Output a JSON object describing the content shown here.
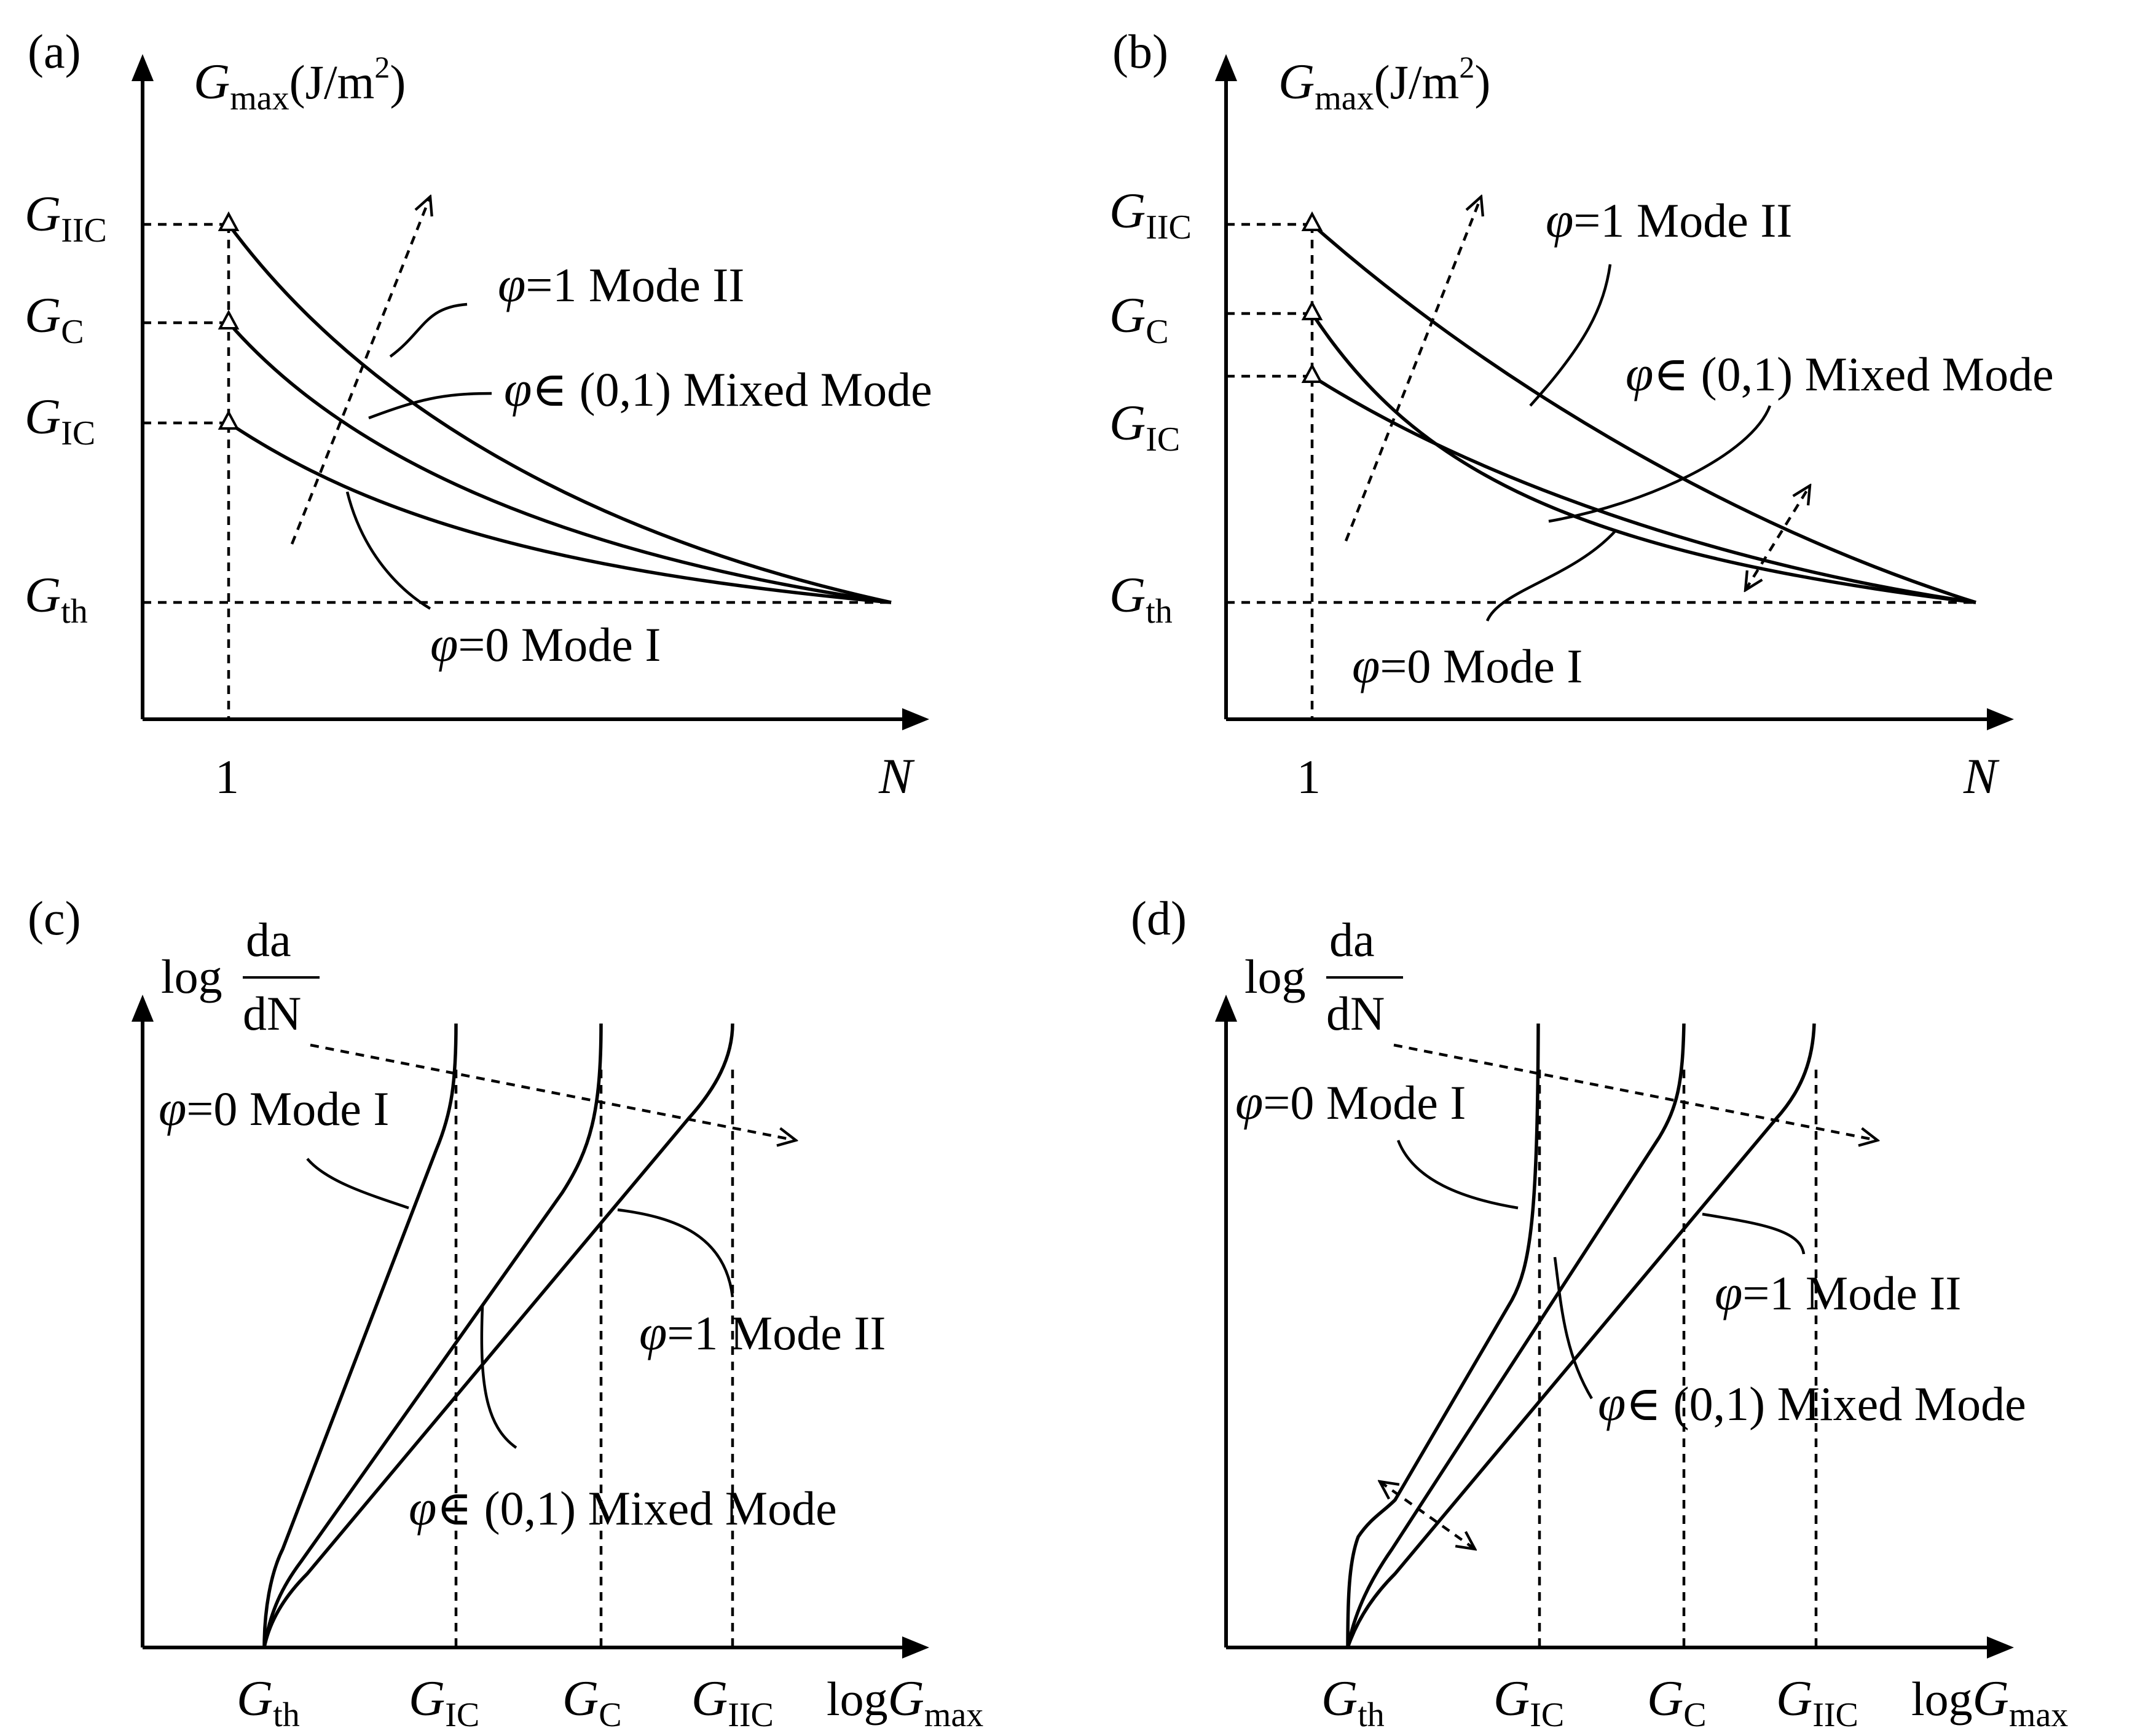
{
  "panels": {
    "a": {
      "label": "(a)",
      "y_symbol": "G",
      "y_sub": "max",
      "y_unit": "(J/m",
      "y_sup": "2",
      "y_close": ")",
      "x_tick": "1",
      "x_axis": "N",
      "ticks": {
        "g2c": "IIC",
        "gc": "C",
        "g1c": "IC",
        "gth": "th"
      },
      "tick_sym": "G",
      "mode2": {
        "phi": "φ",
        "text": "=1 Mode II"
      },
      "mixed": {
        "phi": "φ",
        "text": "∈ (0,1) Mixed Mode"
      },
      "mode1": {
        "phi": "φ",
        "text": "=0 Mode I"
      }
    },
    "b": {
      "label": "(b)",
      "y_symbol": "G",
      "y_sub": "max",
      "y_unit": "(J/m",
      "y_sup": "2",
      "y_close": ")",
      "x_tick": "1",
      "x_axis": "N",
      "ticks": {
        "g2c": "IIC",
        "gc": "C",
        "g1c": "IC",
        "gth": "th"
      },
      "tick_sym": "G",
      "mode2": {
        "phi": "φ",
        "text": "=1 Mode II"
      },
      "mixed": {
        "phi": "φ",
        "text": "∈ (0,1) Mixed Mode"
      },
      "mode1": {
        "phi": "φ",
        "text": "=0 Mode I"
      }
    },
    "c": {
      "label": "(c)",
      "y_log": "log",
      "y_num": "da",
      "y_den": "dN",
      "x_log": "log",
      "x_symbol": "G",
      "x_sub": "max",
      "ticks": {
        "gth": "th",
        "g1c": "IC",
        "gc": "C",
        "g2c": "IIC"
      },
      "tick_sym": "G",
      "mode1": {
        "phi": "φ",
        "text": "=0 Mode I"
      },
      "mode2": {
        "phi": "φ",
        "text": "=1 Mode II"
      },
      "mixed": {
        "phi": "φ",
        "text": "∈ (0,1) Mixed Mode"
      }
    },
    "d": {
      "label": "(d)",
      "y_log": "log",
      "y_num": "da",
      "y_den": "dN",
      "x_log": "log",
      "x_symbol": "G",
      "x_sub": "max",
      "ticks": {
        "gth": "th",
        "g1c": "IC",
        "gc": "C",
        "g2c": "IIC"
      },
      "tick_sym": "G",
      "mode1": {
        "phi": "φ",
        "text": "=0 Mode I"
      },
      "mode2": {
        "phi": "φ",
        "text": "=1 Mode II"
      },
      "mixed": {
        "phi": "φ",
        "text": "∈ (0,1) Mixed Mode"
      }
    }
  }
}
